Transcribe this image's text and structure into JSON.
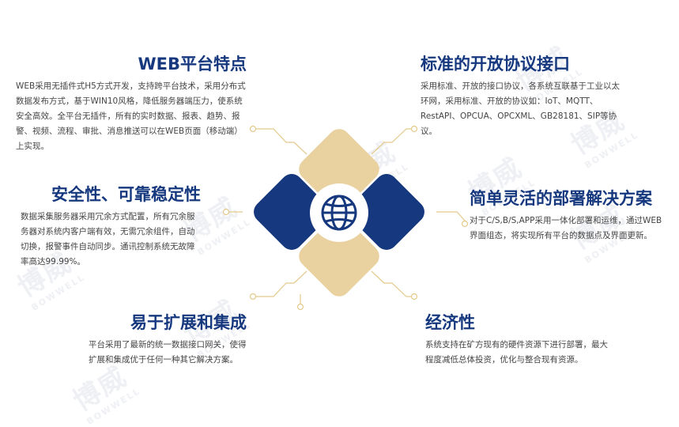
{
  "brand": {
    "watermark_cn": "博威",
    "watermark_en": "BOWWELL"
  },
  "colors": {
    "navy": "#16387e",
    "gold": "#e9d1a0",
    "line": "#e3c98c",
    "text": "#444444"
  },
  "center": {
    "icon": "globe-icon"
  },
  "features": {
    "web": {
      "title": "WEB平台特点",
      "desc": "WEB采用无插件式H5方式开发，支持跨平台技术，采用分布式数据发布方式，基于WIN10风格，降低服务器端压力，使系统安全高效。全平台无插件，所有的实时数据、报表、趋势、报警、视频、流程、审批、消息推送可以在WEB页面（移动端）上实现。"
    },
    "protocol": {
      "title": "标准的开放协议接口",
      "desc": "采用标准、开放的接口协议，各系统互联基于工业以太环网，采用标准、开放的协议如：IoT、MQTT、RestAPI、OPCUA、OPCXML、GB28181、SIP等协议。"
    },
    "security": {
      "title": "安全性、可靠稳定性",
      "desc": "数据采集服务器采用冗余方式配置，所有冗余服务器对系统内客户端有效，无需冗余组件，自动切换，报警事件自动同步。通讯控制系统无故障率高达99.99%。"
    },
    "deploy": {
      "title": "简单灵活的部署解决方案",
      "desc": "对于C/S,B/S,APP采用一体化部署和运维，通过WEB界面组态，将实现所有平台的数据点及界面更新。"
    },
    "extend": {
      "title": "易于扩展和集成",
      "desc": "平台采用了最新的统一数据接口网关，使得扩展和集成优于任何一种其它解决方案。"
    },
    "economy": {
      "title": "经济性",
      "desc": "系统支持在矿方现有的硬件资源下进行部署，最大程度减低总体投资，优化与整合现有资源。"
    }
  }
}
